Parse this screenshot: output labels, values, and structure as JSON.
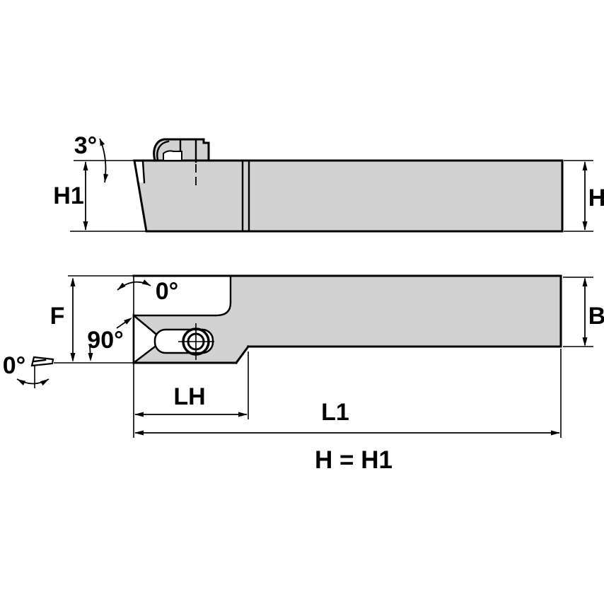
{
  "drawing": {
    "title": "toolholder-dimension-drawing",
    "caption": "H = H1",
    "colors": {
      "body_fill": "#d2d2d2",
      "outline": "#000000",
      "background": "#ffffff"
    },
    "side_view": {
      "labels": {
        "back_angle": "3°",
        "head_height": "H1",
        "shank_height": "H"
      }
    },
    "plan_view": {
      "labels": {
        "top_rake_angle": "0°",
        "lead_angle": "90°",
        "inclination_angle": "0°",
        "head_depth": "F",
        "shank_width": "B",
        "head_length": "LH",
        "overall_length": "L1"
      }
    }
  }
}
